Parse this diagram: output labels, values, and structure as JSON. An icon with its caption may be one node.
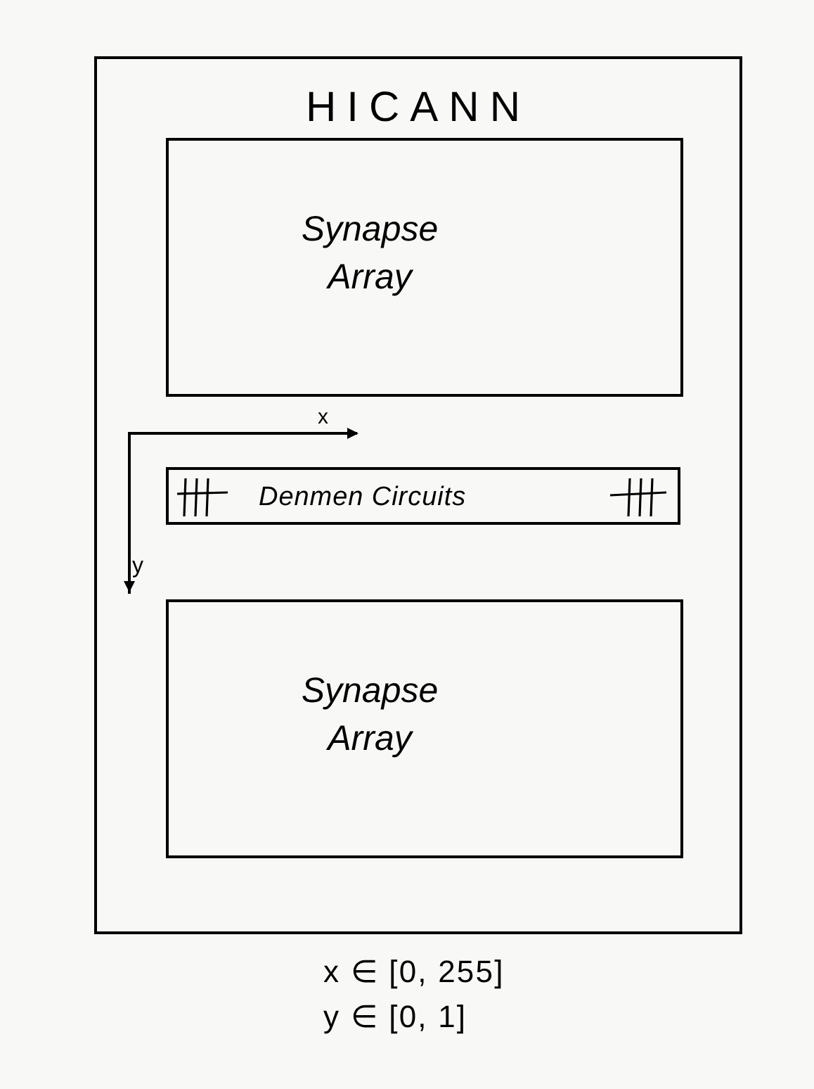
{
  "diagram": {
    "nodes": [
      {
        "text": [
          "HICANN"
        ]
      },
      {
        "text": [
          "Synapse Array"
        ],
        "in": 0
      },
      {
        "text": [
          "Denmen Circuits"
        ],
        "in": 0
      },
      {
        "text": [
          "Synapse Array"
        ],
        "in": 0
      }
    ],
    "labels": [
      "x",
      "y",
      "x ∈ [0, 255]",
      "y ∈ [0, 1]"
    ]
  }
}
